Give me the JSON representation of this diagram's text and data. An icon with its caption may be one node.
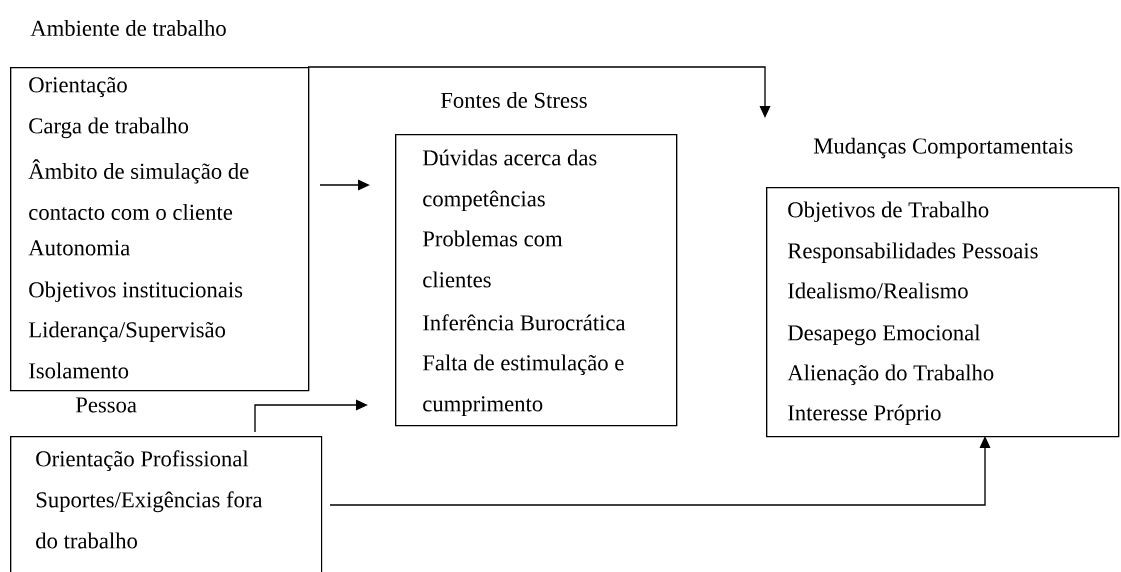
{
  "diagram": {
    "nodes": [
      {
        "text": [
          "Ambiente de trabalho",
          "Orientação",
          "Carga de trabalho",
          "Âmbito de simulação de contacto com o cliente",
          "Autonomia",
          "Objetivos institucionais",
          "Liderança/Supervisão",
          "Isolamento"
        ]
      },
      {
        "text": [
          "Fontes de Stress",
          "Dúvidas acerca das competências",
          "Problemas com clientes",
          "Inferência Burocrática",
          "Falta de estimulação e cumprimento"
        ]
      },
      {
        "text": [
          "Mudanças Comportamentais",
          "Objetivos de Trabalho",
          "Responsabilidades Pessoais",
          "Idealismo/Realismo",
          "Desapego Emocional",
          "Alienação do Trabalho",
          "Interesse Próprio"
        ]
      },
      {
        "text": [
          "Pessoa",
          "Orientação Profissional",
          "Suportes/Exigências fora do trabalho"
        ]
      }
    ],
    "edges": [
      {
        "from": 0,
        "to": 2,
        "arrow": "to"
      },
      {
        "from": 0,
        "to": 1,
        "arrow": "to"
      },
      {
        "from": 3,
        "to": 1,
        "arrow": "to"
      },
      {
        "from": 3,
        "to": 2,
        "arrow": "to"
      }
    ]
  }
}
